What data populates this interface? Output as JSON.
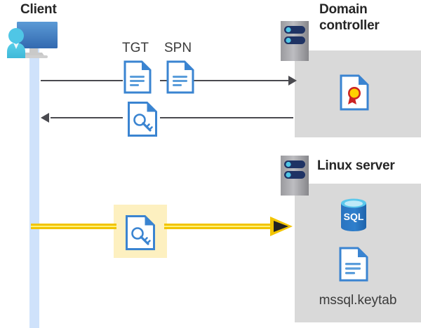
{
  "diagram": {
    "title_client": "Client",
    "title_domain_controller": "Domain controller",
    "title_linux_server": "Linux server",
    "labels": {
      "tgt": "TGT",
      "spn": "SPN",
      "keytab_file": "mssql.keytab",
      "sql_text": "SQL"
    },
    "icons": {
      "client": "client-pc-user-icon",
      "dc_rack": "server-rack-icon",
      "linux_rack": "server-rack-icon",
      "tgt_doc": "document-icon",
      "spn_doc": "document-icon",
      "ticket_key_doc": "document-key-icon",
      "service_ticket_doc": "document-key-icon",
      "certificate": "certificate-document-icon",
      "database": "sql-database-icon",
      "keytab_doc": "document-icon"
    },
    "flows": [
      {
        "name": "client-to-dc-request",
        "direction": "right",
        "payload": "TGT SPN"
      },
      {
        "name": "dc-to-client-response",
        "direction": "left",
        "payload": "service ticket"
      },
      {
        "name": "client-to-linux-auth",
        "direction": "right",
        "payload": "service ticket",
        "highlighted": true
      }
    ],
    "colors": {
      "panel_gray": "#d9d9d9",
      "lifeline_blue": "#cfe2fb",
      "line_gray": "#4a4a4f",
      "accent_yellow": "#f2c400",
      "highlight_yellow": "#fdf0c0",
      "doc_blue": "#3a84d1",
      "sql_blue": "#2a74c0",
      "cert_red": "#cc2222",
      "cert_gold": "#ffd000",
      "title_black": "#262626"
    }
  }
}
